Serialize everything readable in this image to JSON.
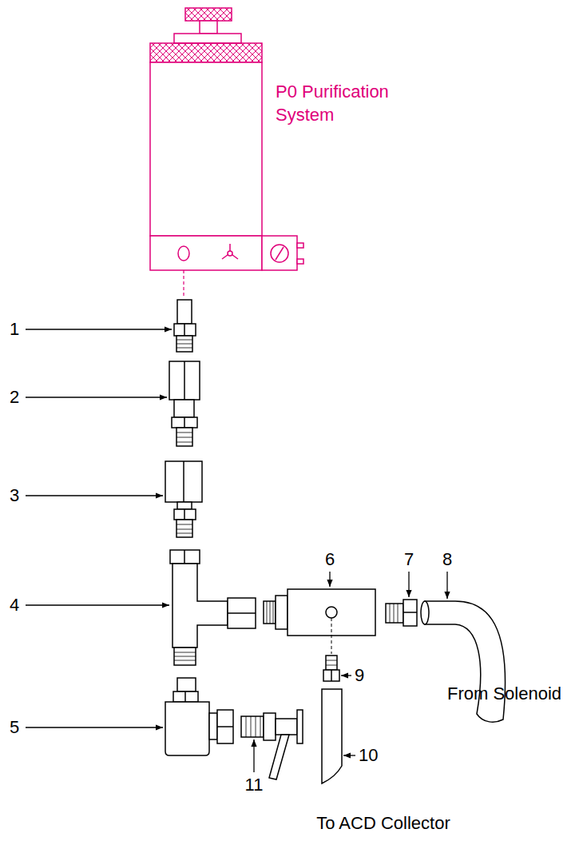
{
  "diagram": {
    "labels": [
      "P0 Purification System",
      "1",
      "2",
      "3",
      "6",
      "7",
      "8",
      "4",
      "9",
      "From Solenoid",
      "5",
      "10",
      "11",
      "To ACD Collector"
    ]
  }
}
